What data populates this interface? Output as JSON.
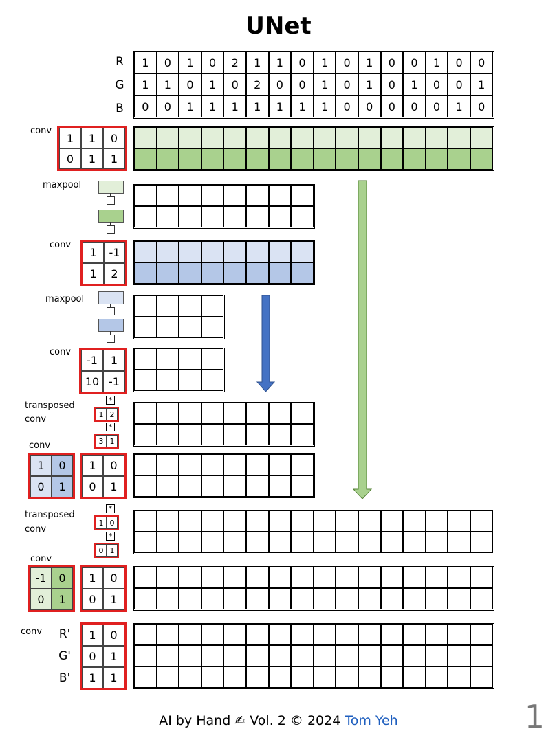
{
  "title": "UNet",
  "colors": {
    "green_light": "#e2efd9",
    "green_dark": "#a9d18e",
    "blue_light": "#dae3f3",
    "blue_dark": "#b4c7e7",
    "kernel_border": "#e02020",
    "blue_arrow": "#4472c4",
    "green_arrow": "#a9d18e"
  },
  "input": {
    "labels": [
      "R",
      "G",
      "B"
    ],
    "rows": [
      [
        1,
        0,
        1,
        0,
        2,
        1,
        1,
        0,
        1,
        0,
        1,
        0,
        0,
        1,
        0,
        0
      ],
      [
        1,
        1,
        0,
        1,
        0,
        2,
        0,
        0,
        1,
        0,
        1,
        0,
        1,
        0,
        0,
        1
      ],
      [
        0,
        0,
        1,
        1,
        1,
        1,
        1,
        1,
        1,
        0,
        0,
        0,
        0,
        0,
        1,
        0
      ]
    ]
  },
  "labels": {
    "conv": "conv",
    "maxpool": "maxpool",
    "transposed": "transposed",
    "conv_line2": "conv"
  },
  "conv1_kernel": [
    [
      1,
      1,
      0
    ],
    [
      0,
      1,
      1
    ]
  ],
  "conv2_kernel": [
    [
      1,
      -1
    ],
    [
      1,
      2
    ]
  ],
  "conv3_kernel": [
    [
      -1,
      1
    ],
    [
      10,
      -1
    ]
  ],
  "tconv1": {
    "top": [
      1,
      2
    ],
    "bottom": [
      3,
      1
    ],
    "star": "*"
  },
  "conv4_skip_kernel": [
    [
      1,
      0
    ],
    [
      0,
      1
    ]
  ],
  "conv4_kernel": [
    [
      1,
      0
    ],
    [
      0,
      1
    ]
  ],
  "tconv2": {
    "top": [
      1,
      0
    ],
    "bottom": [
      0,
      1
    ],
    "star": "*"
  },
  "conv5_skip_kernel": [
    [
      -1,
      0
    ],
    [
      0,
      1
    ]
  ],
  "conv5_kernel": [
    [
      1,
      0
    ],
    [
      0,
      1
    ]
  ],
  "final": {
    "labels": [
      "R'",
      "G'",
      "B'"
    ],
    "kernel": [
      [
        1,
        0
      ],
      [
        0,
        1
      ],
      [
        1,
        1
      ]
    ]
  },
  "footer": {
    "text": "AI by Hand ✍ Vol. 2 ©  2024 ",
    "link": "Tom Yeh"
  },
  "page_number": "1"
}
